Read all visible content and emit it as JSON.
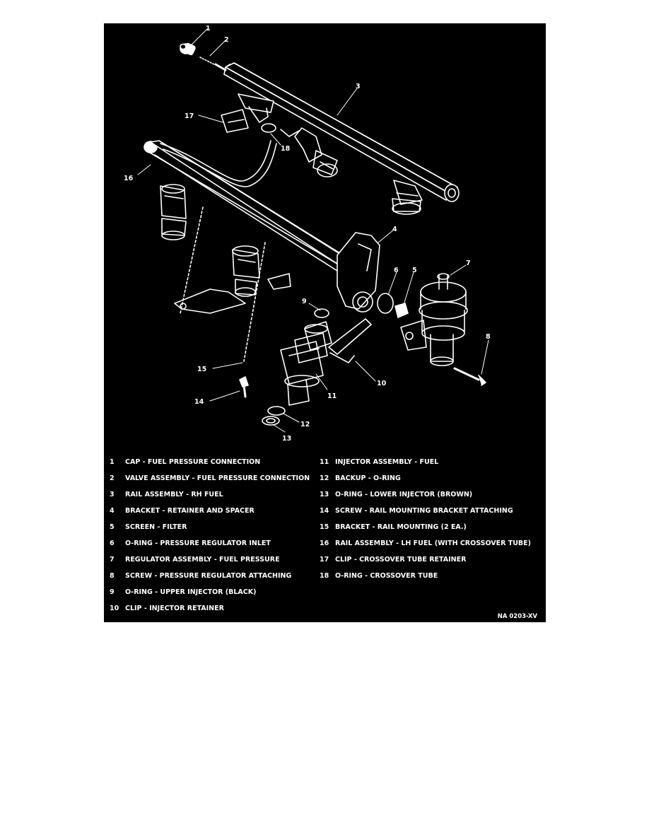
{
  "diagram": {
    "figure_code": "NA 0203-XV",
    "callouts": [
      "1",
      "2",
      "3",
      "4",
      "5",
      "6",
      "7",
      "8",
      "9",
      "10",
      "11",
      "12",
      "13",
      "14",
      "15",
      "16",
      "17",
      "18"
    ],
    "legend": [
      {
        "num": "1",
        "text": "CAP - FUEL PRESSURE CONNECTION"
      },
      {
        "num": "2",
        "text": "VALVE ASSEMBLY - FUEL PRESSURE CONNECTION"
      },
      {
        "num": "3",
        "text": "RAIL ASSEMBLY - RH FUEL"
      },
      {
        "num": "4",
        "text": "BRACKET - RETAINER AND SPACER"
      },
      {
        "num": "5",
        "text": "SCREEN - FILTER"
      },
      {
        "num": "6",
        "text": "O-RING - PRESSURE REGULATOR INLET"
      },
      {
        "num": "7",
        "text": "REGULATOR ASSEMBLY - FUEL PRESSURE"
      },
      {
        "num": "8",
        "text": "SCREW - PRESSURE REGULATOR ATTACHING"
      },
      {
        "num": "9",
        "text": "O-RING - UPPER INJECTOR (BLACK)"
      },
      {
        "num": "10",
        "text": "CLIP - INJECTOR RETAINER"
      },
      {
        "num": "11",
        "text": "INJECTOR ASSEMBLY - FUEL"
      },
      {
        "num": "12",
        "text": "BACKUP - O-RING"
      },
      {
        "num": "13",
        "text": "O-RING - LOWER INJECTOR (BROWN)"
      },
      {
        "num": "14",
        "text": "SCREW - RAIL MOUNTING BRACKET ATTACHING"
      },
      {
        "num": "15",
        "text": "BRACKET - RAIL MOUNTING (2 EA.)"
      },
      {
        "num": "16",
        "text": "RAIL ASSEMBLY - LH FUEL (WITH CROSSOVER TUBE)"
      },
      {
        "num": "17",
        "text": "CLIP - CROSSOVER TUBE RETAINER"
      },
      {
        "num": "18",
        "text": "O-RING - CROSSOVER TUBE"
      }
    ]
  }
}
